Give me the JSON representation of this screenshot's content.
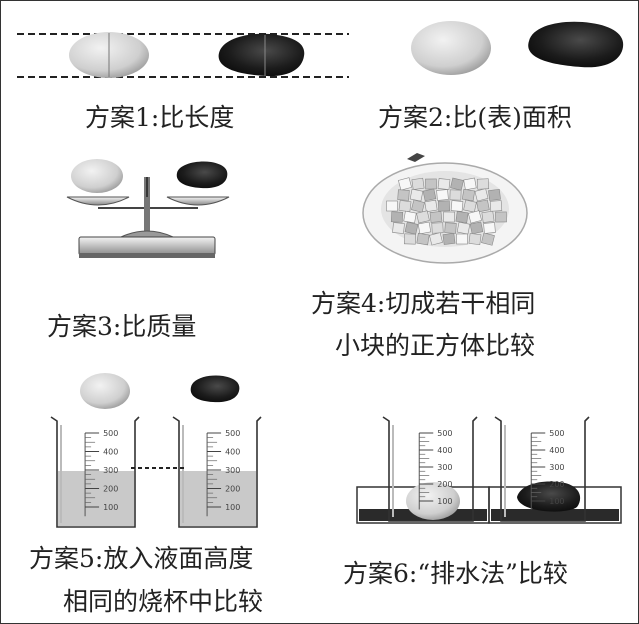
{
  "figure": {
    "plans": [
      {
        "id": 1,
        "caption": "方案1:比长度"
      },
      {
        "id": 2,
        "caption": "方案2:比(表)面积"
      },
      {
        "id": 3,
        "caption": "方案3:比质量"
      },
      {
        "id": 4,
        "caption_line1": "方案4:切成若干相同",
        "caption_line2": "小块的正方体比较"
      },
      {
        "id": 5,
        "caption_line1": "方案5:放入液面高度",
        "caption_line2": "相同的烧杯中比较"
      },
      {
        "id": 6,
        "caption": "方案6:“排水法”比较"
      }
    ],
    "beaker_ticks": [
      "500",
      "400",
      "300",
      "200",
      "100"
    ]
  },
  "colors": {
    "potato_light": "#d6d6d6",
    "potato_dark": "#1b1b1b",
    "water": "#c9c9c9",
    "line": "#2b2b2b"
  }
}
